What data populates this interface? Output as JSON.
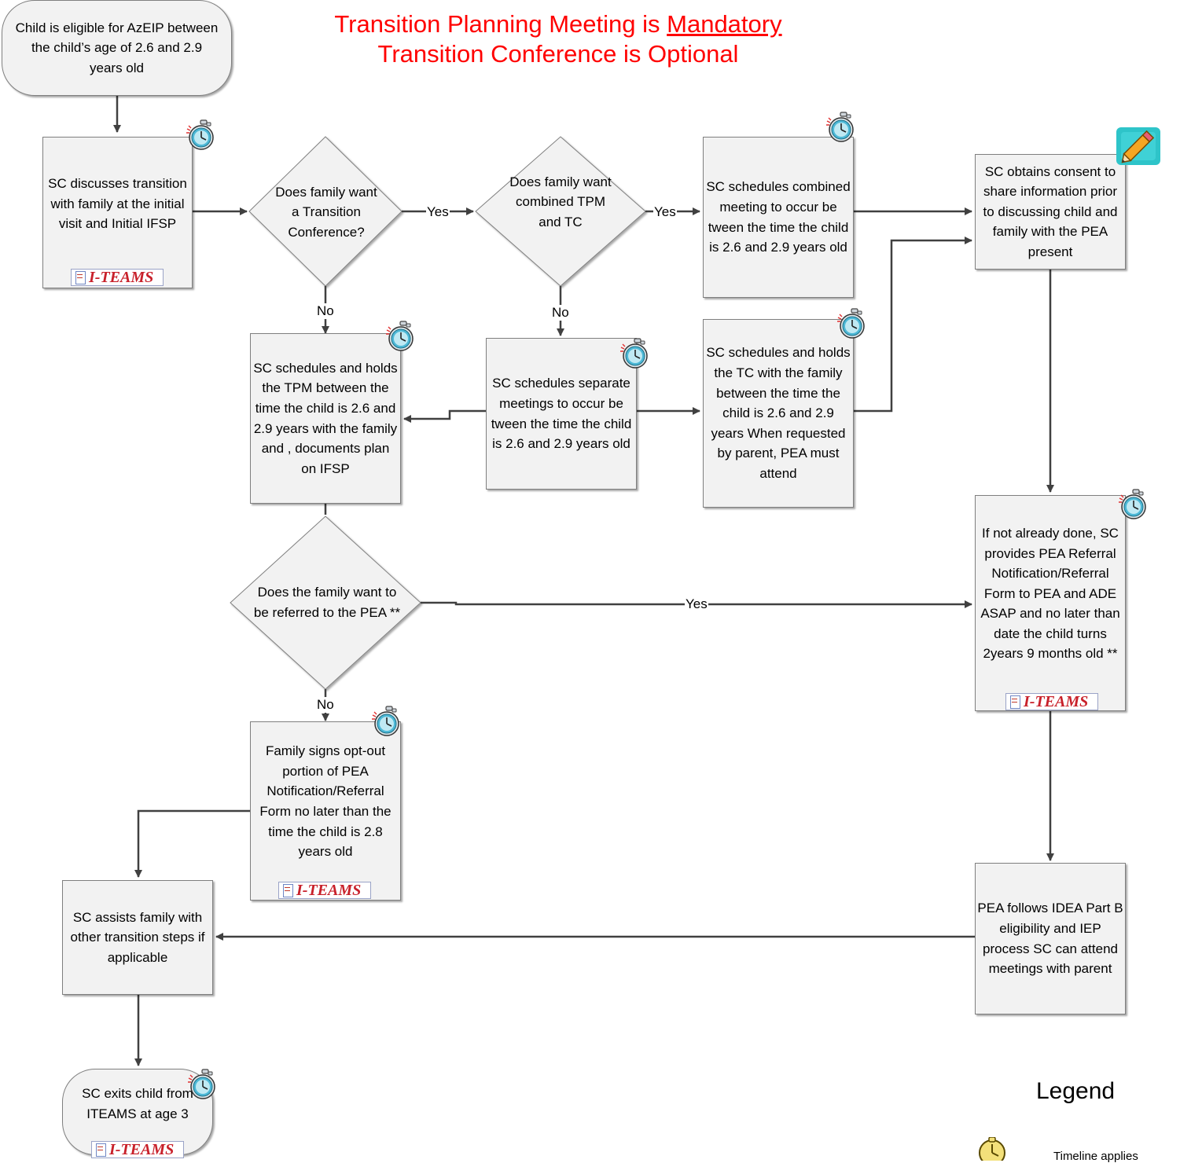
{
  "title": {
    "line1_pre": "Transition Planning Meeting is ",
    "line1_underlined": "Mandatory",
    "line2": "Transition Conference is Optional"
  },
  "nodes": {
    "start": "Child is eligible for AzEIP between the child’s age of 2.6 and 2.9 years old",
    "discuss": "SC discusses transition with family at the initial visit and Initial IFSP",
    "q_tc": "Does family want a Transition Conference?",
    "q_combined": "Does family want combined TPM and TC",
    "combined_meeting": "SC schedules combined meeting to occur be tween the time the child is 2.6 and 2.9 years old",
    "consent": "SC obtains consent to share information prior to discussing child and family with the PEA present",
    "hold_tpm": "SC schedules and holds the TPM between the time the child is 2.6 and 2.9 years with the family and , documents plan on IFSP",
    "separate_meetings": "SC schedules separate meetings to occur be tween the time the child is 2.6 and 2.9 years old",
    "hold_tc": "SC schedules and holds the TC with the family between the time the child is 2.6 and 2.9 years When requested by parent, PEA must attend",
    "q_referral": "Does the family want to be referred to the PEA **",
    "provide_referral": "If not already done, SC provides PEA Referral Notification/Referral Form to PEA and ADE ASAP and no later than date the child turns  2years 9 months old **",
    "opt_out": "Family signs opt-out portion of PEA Notification/Referral Form no later than the time the child is 2.8 years old",
    "pea_follows": "PEA follows IDEA Part B eligibility and IEP process SC can attend meetings with parent",
    "assist": "SC assists family with other transition steps if applicable",
    "exit": "SC exits child from ITEAMS at age 3"
  },
  "edge_labels": {
    "yes": "Yes",
    "no": "No"
  },
  "badge_text": "I-TEAMS",
  "legend": {
    "title": "Legend",
    "timeline_label": "Timeline applies"
  },
  "icons": [
    "stopwatch-icon",
    "pencil-icon",
    "i-teams-logo"
  ],
  "colors": {
    "title": "#ff0000",
    "box_fill": "#f2f2f2",
    "box_border": "#7f7f7f",
    "connector": "#404040",
    "badge_text": "#c8202a",
    "stopwatch": "#4db8d6"
  }
}
